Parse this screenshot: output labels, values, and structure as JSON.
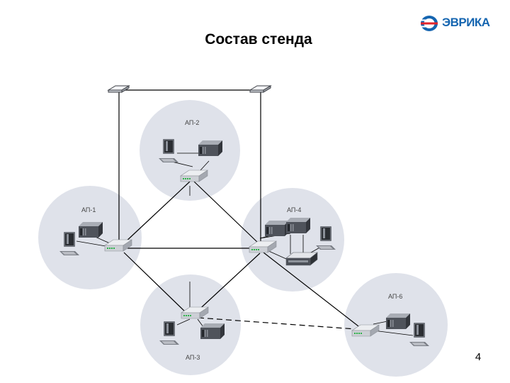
{
  "title": "Состав стенда",
  "logo": {
    "text": "ЭВРИКА",
    "icon": "eureka-logo-icon"
  },
  "page_number": "4",
  "colors": {
    "cloud": "#dfe2ea",
    "link": "#000000",
    "device_dark": "#5c6068",
    "device_light": "#d9dbe0",
    "led": "#2db34a",
    "logo_blue": "#1565b0",
    "logo_red": "#e2232a"
  },
  "areas": [
    {
      "id": "ap1",
      "label": "АП-1"
    },
    {
      "id": "ap2",
      "label": "АП-2"
    },
    {
      "id": "ap3",
      "label": "АП-3"
    },
    {
      "id": "ap4",
      "label": "АП-4"
    },
    {
      "id": "ap6",
      "label": "АП-6"
    }
  ],
  "links": [
    {
      "from": "core-left",
      "to": "core-right",
      "style": "solid"
    },
    {
      "from": "core-left",
      "to": "router-ap1",
      "style": "solid"
    },
    {
      "from": "core-right",
      "to": "router-ap4",
      "style": "solid"
    },
    {
      "from": "router-ap1",
      "to": "router-ap4",
      "style": "solid"
    },
    {
      "from": "router-ap1",
      "to": "router-ap2",
      "style": "solid"
    },
    {
      "from": "router-ap2",
      "to": "router-ap4",
      "style": "solid"
    },
    {
      "from": "router-ap1",
      "to": "router-ap3",
      "style": "solid"
    },
    {
      "from": "router-ap3",
      "to": "router-ap4",
      "style": "solid"
    },
    {
      "from": "router-ap4",
      "to": "router-ap6",
      "style": "solid"
    },
    {
      "from": "router-ap3",
      "to": "router-ap6",
      "style": "dashed"
    }
  ]
}
